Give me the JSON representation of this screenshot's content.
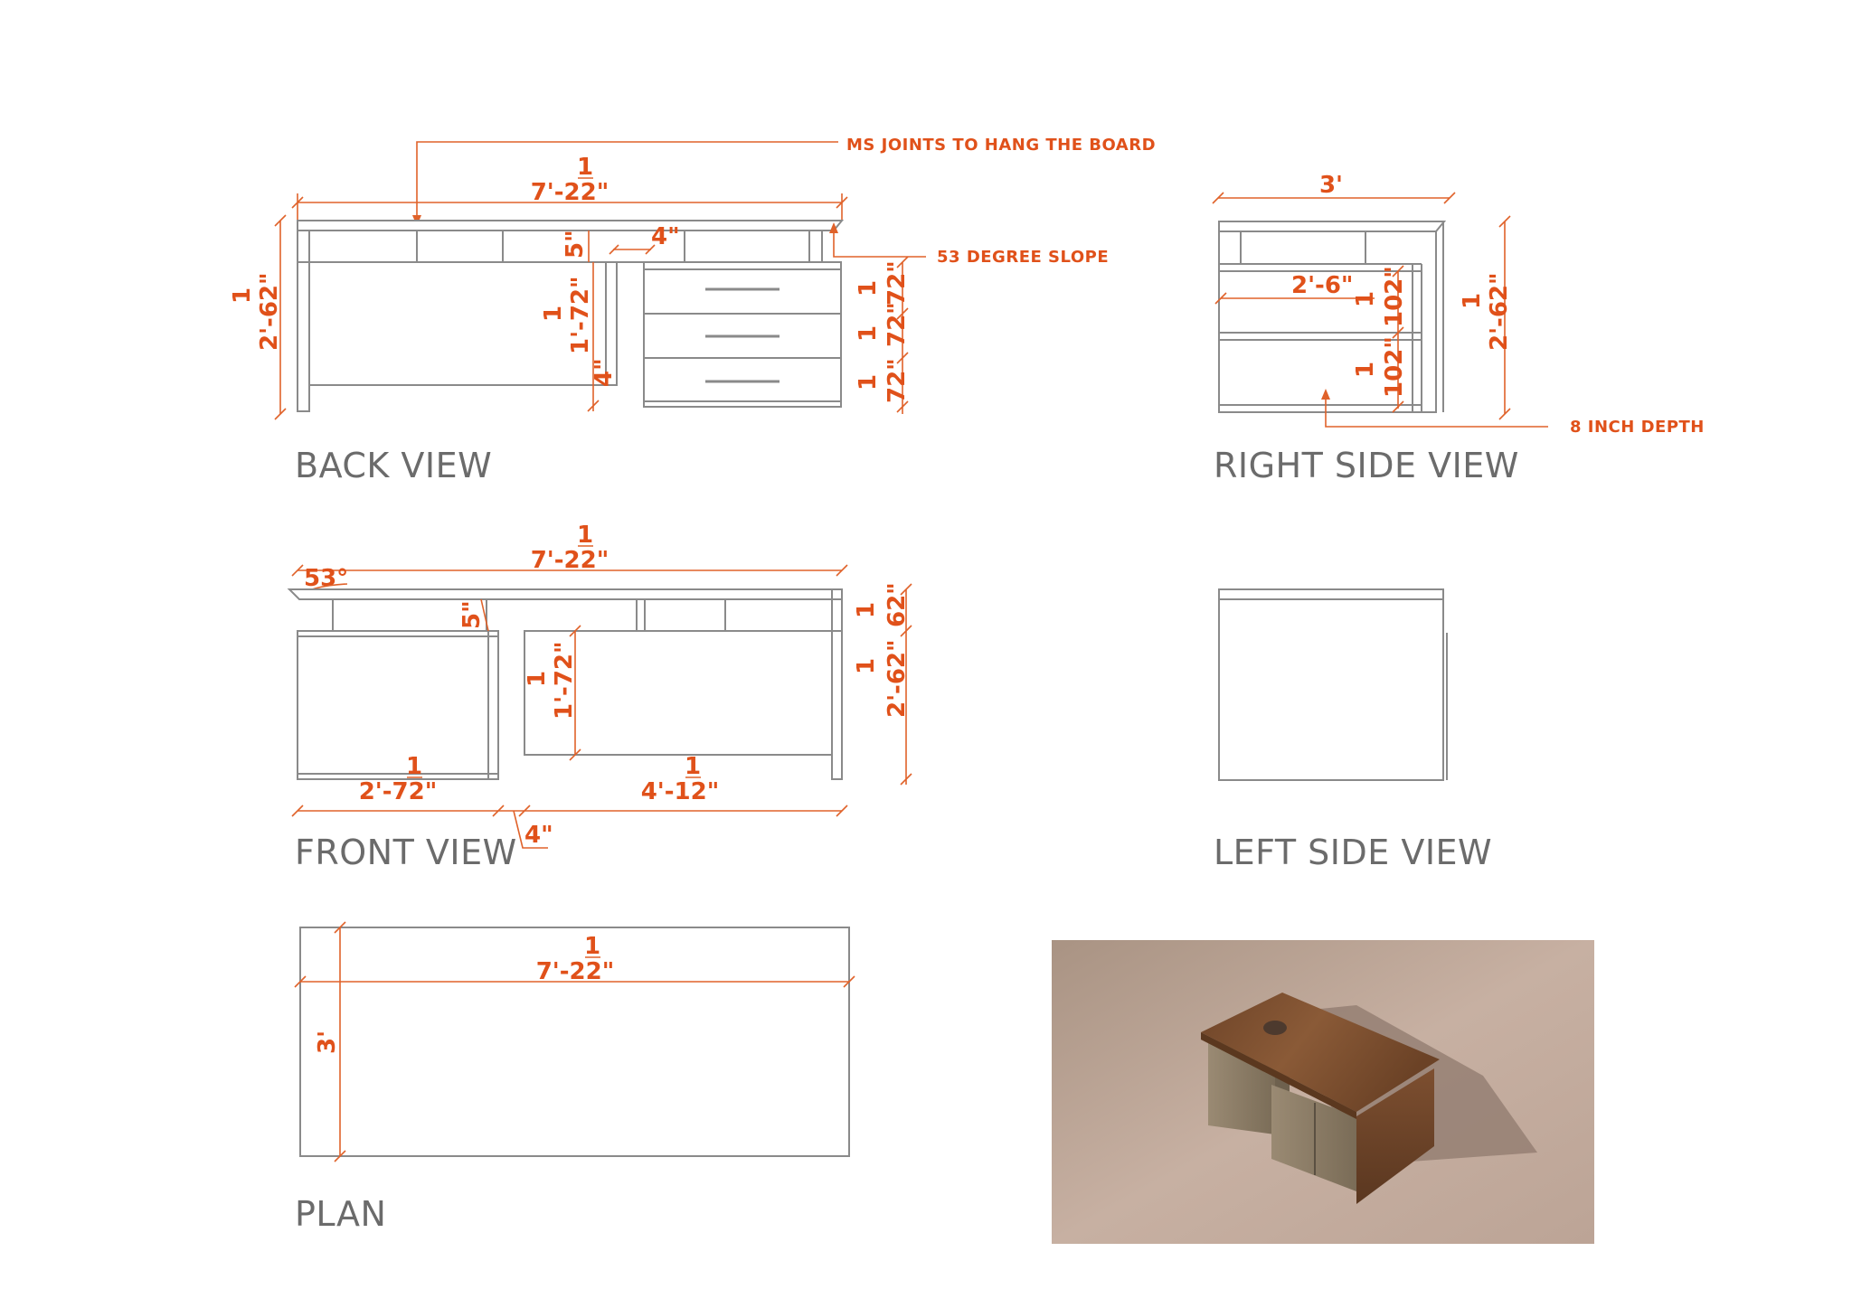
{
  "views": {
    "back": "BACK VIEW",
    "right_side": "RIGHT SIDE VIEW",
    "front": "FRONT VIEW",
    "left_side": "LEFT SIDE VIEW",
    "plan": "PLAN"
  },
  "notes": {
    "ms_joints": "MS JOINTS TO HANG THE  BOARD",
    "slope": "53 DEGREE SLOPE",
    "depth": "8 INCH DEPTH"
  },
  "dims": {
    "frac_1": "1",
    "width_total": "7'-22\"",
    "height_total": "2'-62\"",
    "gap_5": "5\"",
    "gap_4": "4\"",
    "opening_height": "1'-72\"",
    "drawer": "72\"",
    "depth_3": "3'",
    "inner_width": "2'-6\"",
    "shelf": "102\"",
    "angle_53": "53°",
    "top_62": "62\"",
    "left_unit": "2'-72\"",
    "right_unit": "4'-12\""
  },
  "render": {
    "wall_color": "#c6ad9f",
    "wood_color": "#7a4c2e",
    "metal_color": "#8c7d67"
  }
}
